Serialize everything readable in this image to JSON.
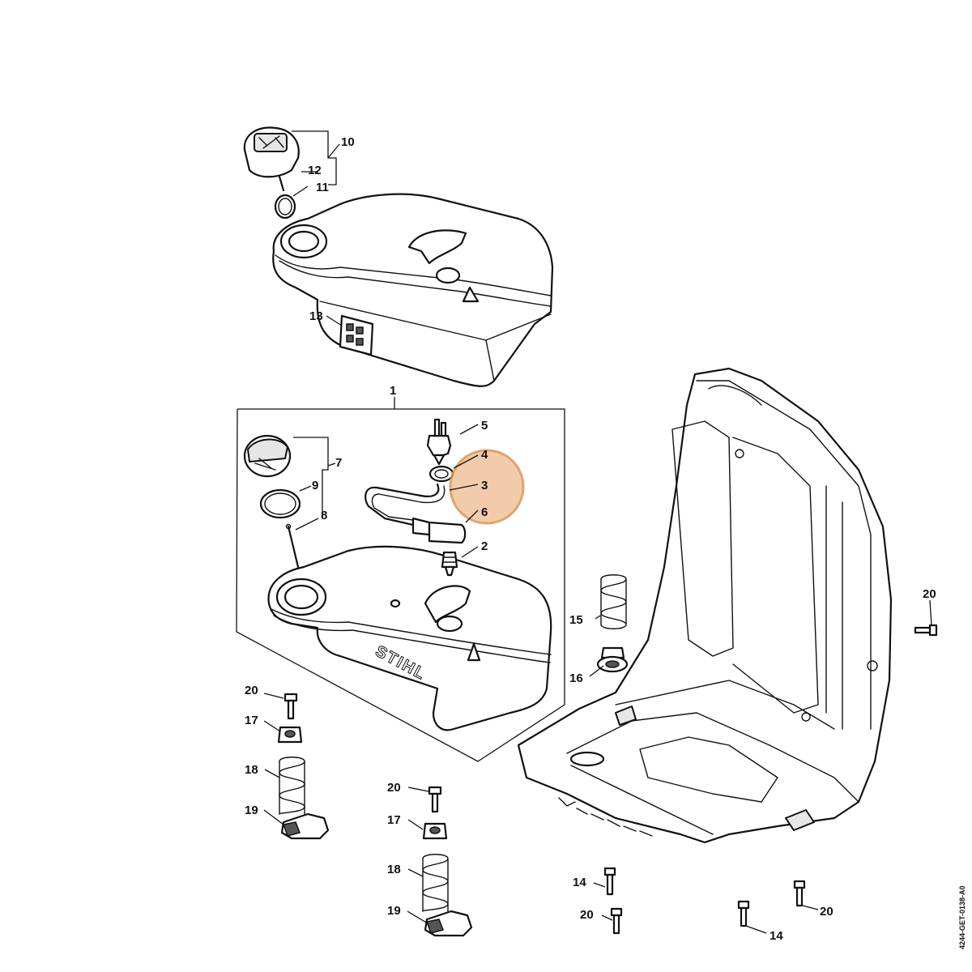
{
  "diagram": {
    "brand_logo": "STIHL",
    "document_code": "4244-GET-0138-A0",
    "highlight_color": "#f0c39c",
    "highlight_stroke": "#d99456",
    "callouts": {
      "c1": "1",
      "c2": "2",
      "c3": "3",
      "c4": "4",
      "c5": "5",
      "c6": "6",
      "c7": "7",
      "c8": "8",
      "c9": "9",
      "c10": "10",
      "c11": "11",
      "c12": "12",
      "c13": "13",
      "c14a": "14",
      "c14b": "14",
      "c15": "15",
      "c16": "16",
      "c17a": "17",
      "c17b": "17",
      "c18a": "18",
      "c18b": "18",
      "c19a": "19",
      "c19b": "19",
      "c20a": "20",
      "c20b": "20",
      "c20c": "20",
      "c20d": "20",
      "c20e": "20"
    }
  }
}
